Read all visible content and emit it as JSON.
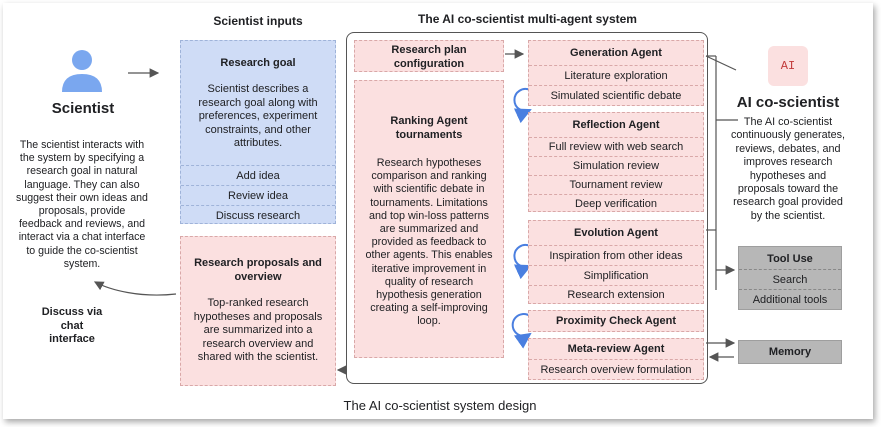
{
  "scientist": {
    "title": "Scientist",
    "description": "The scientist interacts with the system by specifying a research goal in natural language. They can also suggest their own ideas and proposals, provide feedback and reviews, and interact via a chat interface to guide the co-scientist system.",
    "discuss_label": "Discuss via chat interface"
  },
  "inputs": {
    "header": "Scientist inputs",
    "goal_title": "Research goal",
    "goal_text": "Scientist describes a research goal along with preferences, experiment constraints, and other attributes.",
    "items": [
      "Add idea",
      "Review idea",
      "Discuss research"
    ],
    "proposals_title": "Research proposals and overview",
    "proposals_text": "Top-ranked research hypotheses and proposals are summarized into a research overview and shared with the scientist."
  },
  "system": {
    "header": "The AI co-scientist multi-agent system",
    "plan_config": "Research plan configuration",
    "ranking_title": "Ranking Agent tournaments",
    "ranking_text": "Research hypotheses comparison and ranking with scientific debate in tournaments. Limitations and top win-loss patterns are summarized and provided as feedback to other agents. This enables iterative improvement in quality of research hypothesis generation creating a self-improving  loop.",
    "agents": {
      "generation": {
        "title": "Generation Agent",
        "items": [
          "Literature exploration",
          "Simulated scientific debate"
        ]
      },
      "reflection": {
        "title": "Reflection Agent",
        "items": [
          "Full review with web search",
          "Simulation review",
          "Tournament review",
          "Deep verification"
        ]
      },
      "evolution": {
        "title": "Evolution Agent",
        "items": [
          "Inspiration from other ideas",
          "Simplification",
          "Research extension"
        ]
      },
      "proximity": {
        "title": "Proximity Check Agent"
      },
      "meta": {
        "title": "Meta-review Agent",
        "items": [
          "Research overview formulation"
        ]
      }
    }
  },
  "ai": {
    "logo": "AI",
    "title": "AI co-scientist",
    "description": "The AI co-scientist continuously generates, reviews, debates, and improves research hypotheses and proposals toward the research goal provided by the scientist."
  },
  "tools": {
    "title": "Tool Use",
    "items": [
      "Search",
      "Additional tools"
    ]
  },
  "memory": {
    "title": "Memory"
  },
  "caption": "The AI co-scientist system design",
  "colors": {
    "pink": "#fbe0e0",
    "blue": "#cfdcf6",
    "gray": "#b7b7b7",
    "cycle": "#4a7fe0",
    "avatar": "#7aa7ef"
  }
}
